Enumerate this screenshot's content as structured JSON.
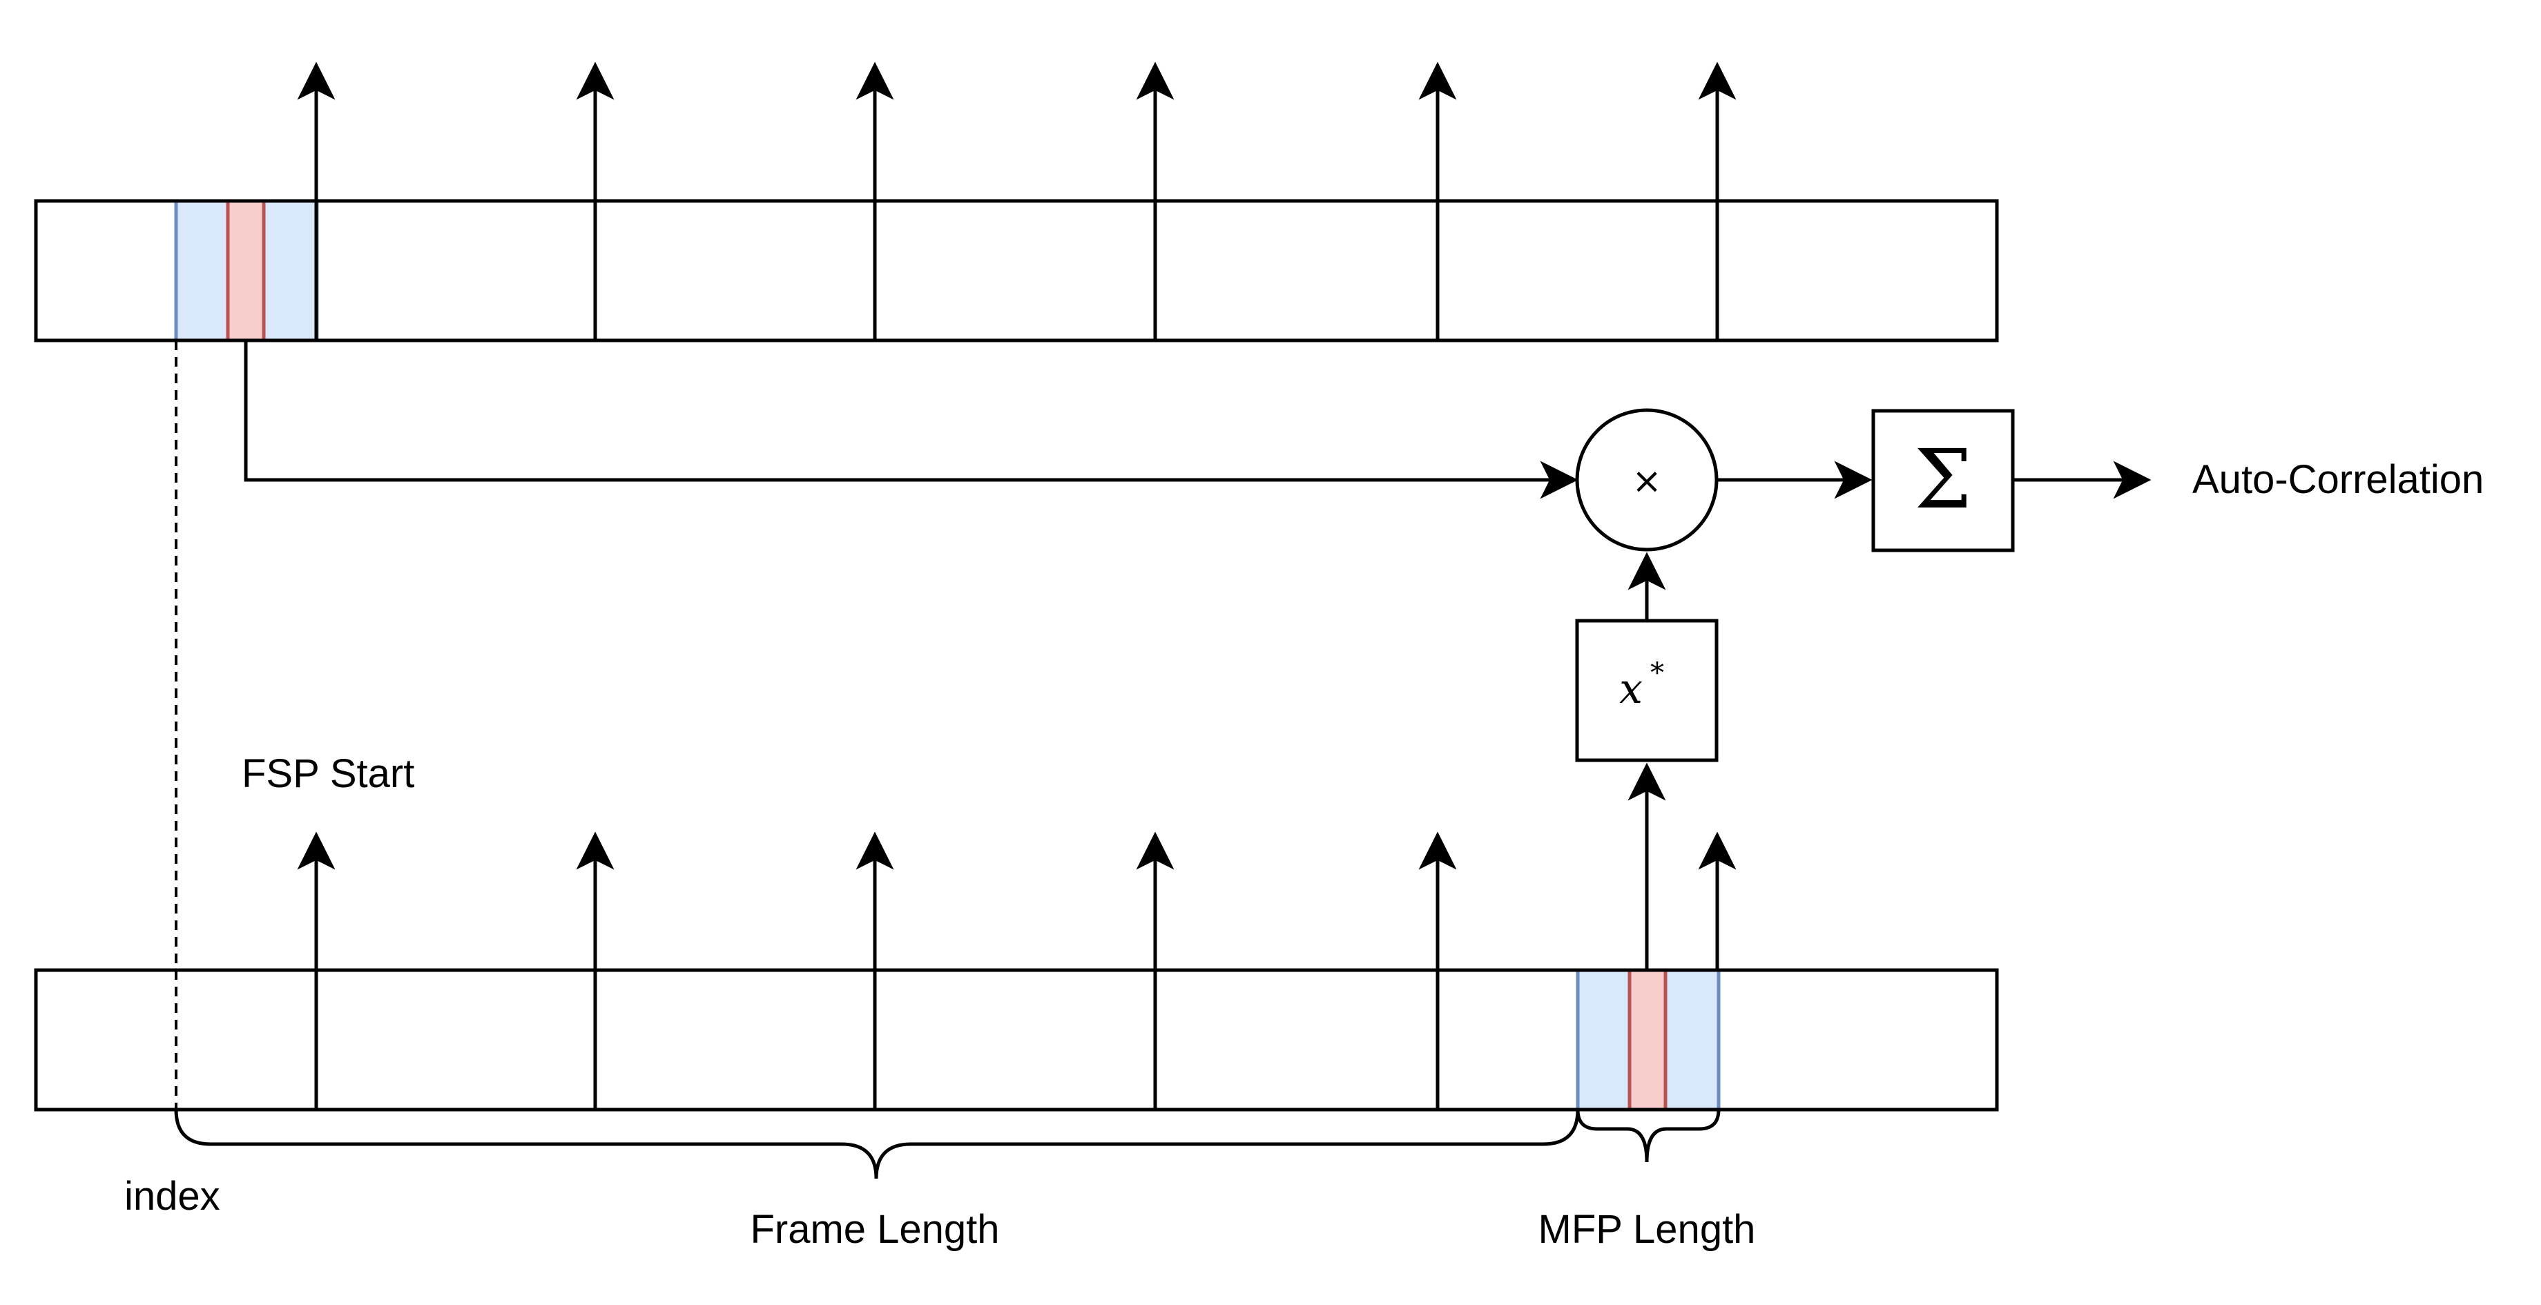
{
  "labels": {
    "output": "Auto-Correlation",
    "fsp_start": "FSP Start",
    "index": "index",
    "frame_length": "Frame Length",
    "mfp_length": "MFP Length"
  },
  "operators": {
    "multiply": "×",
    "conjugate_base": "x",
    "conjugate_sup": "*",
    "sum": "Σ"
  },
  "colors": {
    "window_fill": "#dae8fc",
    "window_stroke": "#6c8ebf",
    "sample_fill": "#f8cecc",
    "sample_stroke": "#b85450",
    "line": "#000000"
  }
}
